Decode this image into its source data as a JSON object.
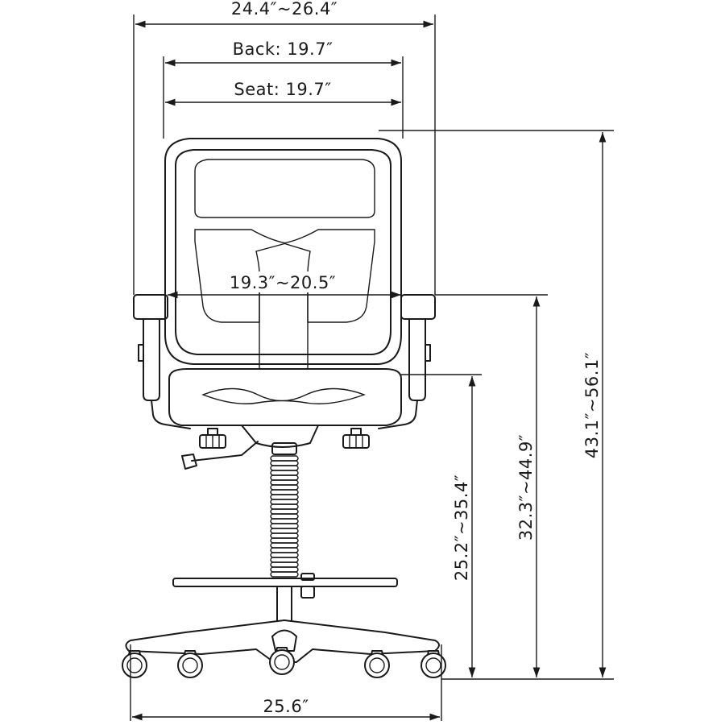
{
  "dimensions": {
    "overall_width": "24.4″~26.4″",
    "back_width": "Back: 19.7″",
    "seat_width": "Seat: 19.7″",
    "arm_span": "19.3″~20.5″",
    "base_width": "25.6″",
    "total_height": "43.1″~56.1″",
    "arm_height": "32.3″~44.9″",
    "seat_height": "25.2″~35.4″"
  }
}
